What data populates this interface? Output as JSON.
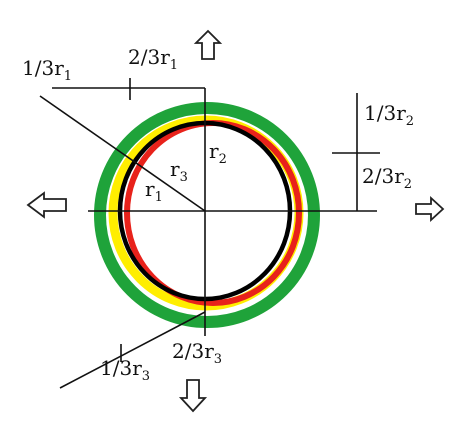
{
  "labels": {
    "r1_third": "1/3r",
    "r1_two_thirds": "2/3r",
    "r2_third": "1/3r",
    "r2_two_thirds": "2/3r",
    "r3_third": "1/3r",
    "r3_two_thirds": "2/3r",
    "r1_inner": "r",
    "r2_inner": "r",
    "r3_inner": "r"
  },
  "subscripts": {
    "r1": "1",
    "r2": "2",
    "r3": "3"
  },
  "ring_colors": {
    "outer": "#1fa33a",
    "yellow": "#ffee00",
    "red": "#e8221b",
    "black": "#000000"
  },
  "arrows": [
    "up-arrow-icon",
    "left-arrow-icon",
    "right-arrow-icon",
    "down-arrow-icon"
  ]
}
